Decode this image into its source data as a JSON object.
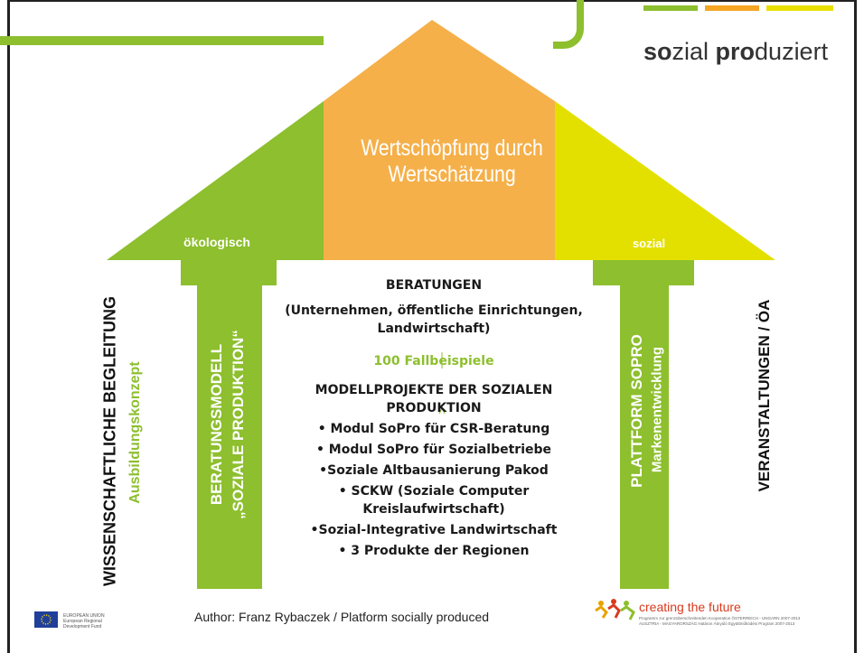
{
  "logo": {
    "part1": "so",
    "part2": "zial ",
    "part3": "pro",
    "part4": "duziert"
  },
  "logo_colors": [
    "#8dbf2e",
    "#f5a623",
    "#e8e000"
  ],
  "roof": {
    "title": "Wertschöpfung durch Wertschätzung",
    "left_label": "ökologisch",
    "right_label": "sozial"
  },
  "left_outer": {
    "line1": "WISSENSCHAFTLICHE BEGLEITUNG",
    "line2": "Ausbildungskonzept"
  },
  "left_pillar": {
    "line1": "BERATUNGSMODELL",
    "line2": "„SOZIALE PRODUKTION“"
  },
  "right_pillar": {
    "line1": "PLATTFORM SOPRO",
    "line2": "Markenentwicklung"
  },
  "right_outer": {
    "line1": "VERANSTALTUNGEN / ÖA"
  },
  "center": {
    "heading": "BERATUNGEN",
    "subheading": "(Unternehmen, öffentliche Einrichtungen, Landwirtschaft)",
    "cases": "100 Fallbeispiele",
    "projects_heading": "MODELLPROJEKTE DER SOZIALEN PRODUKTION",
    "items": [
      "• Modul SoPro für CSR-Beratung",
      "• Modul SoPro für Sozialbetriebe",
      "•Soziale Altbausanierung Pakod",
      "• SCKW (Soziale Computer Kreislaufwirtschaft)",
      "•Sozial-Integrative Landwirtschaft",
      "• 3 Produkte der Regionen"
    ]
  },
  "footer": {
    "author": "Author: Franz Rybaczek / Platform socially produced",
    "eu_text": [
      "EUROPEAN UNION",
      "European Regional",
      "Development Fund"
    ],
    "ctf_title": "creating the future",
    "ctf_small": [
      "Programm zur grenzüberschreitenden Kooperation ÖSTERREICH - UNGARN 2007-2013",
      "AUSZTRIA - MAGYARORSZÁG Határon Átnyúló Együttműködési Program 2007-2013"
    ]
  },
  "colors": {
    "green": "#8dbf2e",
    "orange": "#f5b04a",
    "yellow": "#e3e000"
  }
}
